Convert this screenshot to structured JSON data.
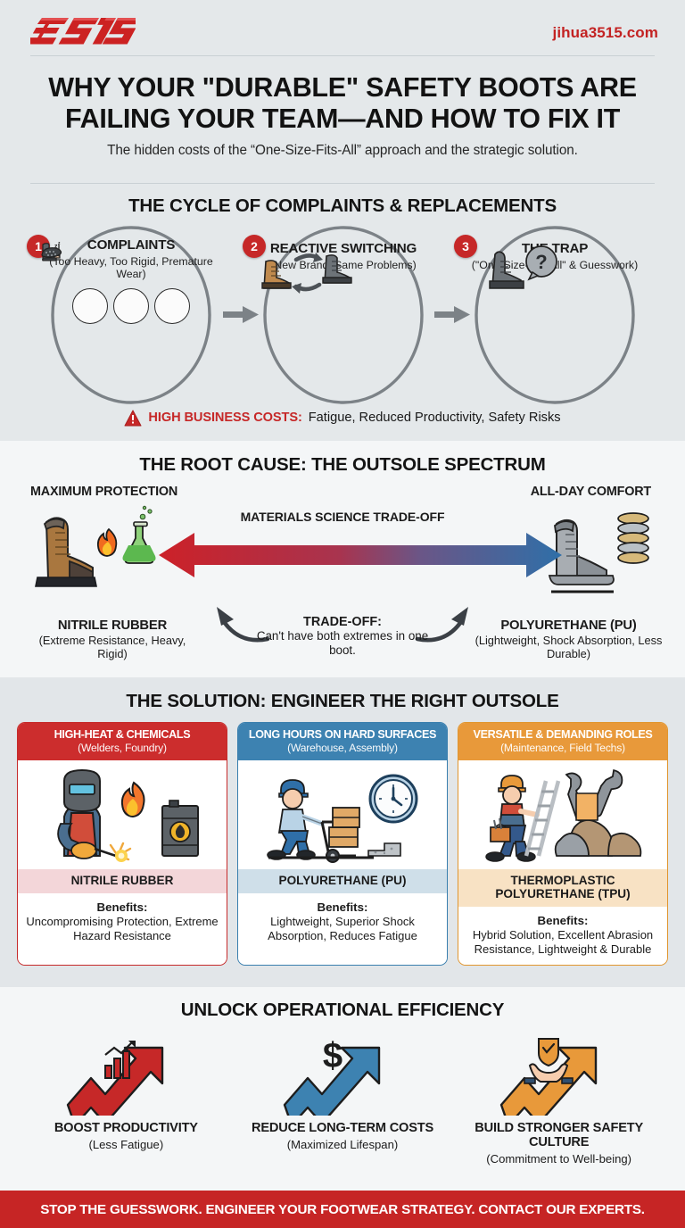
{
  "header": {
    "logo_text": "3515",
    "site_url": "jihua3515.com",
    "title": "WHY YOUR \"DURABLE\" SAFETY BOOTS ARE FAILING YOUR TEAM—AND HOW TO FIX IT",
    "subtitle": "The hidden costs of the “One-Size-Fits-All” approach and the strategic solution."
  },
  "cycle_section": {
    "title": "THE CYCLE OF COMPLAINTS & REPLACEMENTS",
    "nodes": [
      {
        "number": "1",
        "title": "COMPLAINTS",
        "subtitle": "(Too Heavy, Too Rigid, Premature Wear)",
        "icons": [
          "tired-foot-icon",
          "rigid-boot-icon",
          "worn-sole-icon"
        ]
      },
      {
        "number": "2",
        "title": "REACTIVE SWITCHING",
        "subtitle": "(New Brand, Same Problems)",
        "icons": [
          "boot-swap-icon"
        ]
      },
      {
        "number": "3",
        "title": "THE TRAP",
        "subtitle": "(\"One-Size-Fits-All\" & Guesswork)",
        "icons": [
          "boot-question-icon"
        ]
      }
    ],
    "cost_label": "HIGH BUSINESS COSTS:",
    "cost_text": "Fatigue, Reduced Productivity, Safety Risks",
    "warning_icon": "warning-triangle-icon"
  },
  "spectrum_section": {
    "title": "THE ROOT CAUSE: THE OUTSOLE SPECTRUM",
    "left_label": "MAXIMUM PROTECTION",
    "right_label": "ALL-DAY COMFORT",
    "arrow_caption": "MATERIALS SCIENCE TRADE-OFF",
    "left_material": "NITRILE RUBBER",
    "left_material_sub": "(Extreme Resistance, Heavy, Rigid)",
    "right_material": "POLYURETHANE (PU)",
    "right_material_sub": "(Lightweight, Shock Absorption, Less Durable)",
    "tradeoff_title": "TRADE-OFF:",
    "tradeoff_text": "Can't have both extremes in one boot.",
    "left_color": "#cc2128",
    "right_color": "#2f6fa8"
  },
  "solution_section": {
    "title": "THE SOLUTION: ENGINEER THE RIGHT OUTSOLE",
    "cards": [
      {
        "head_title": "HIGH-HEAT & CHEMICALS",
        "head_sub": "(Welders, Foundry)",
        "material": "NITRILE RUBBER",
        "benefits_label": "Benefits:",
        "benefits": "Uncompromising Protection, Extreme Hazard Resistance",
        "accent": "#cc2d2d",
        "illustration": "welder-flame-drum-icon"
      },
      {
        "head_title": "LONG HOURS ON HARD SURFACES",
        "head_sub": "(Warehouse, Assembly)",
        "material": "POLYURETHANE (PU)",
        "benefits_label": "Benefits:",
        "benefits": "Lightweight, Superior Shock Absorption, Reduces Fatigue",
        "accent": "#3d82b1",
        "illustration": "warehouse-worker-clock-icon"
      },
      {
        "head_title": "VERSATILE & DEMANDING ROLES",
        "head_sub": "(Maintenance, Field Techs)",
        "material": "THERMOPLASTIC POLYURETHANE (TPU)",
        "benefits_label": "Benefits:",
        "benefits": "Hybrid Solution, Excellent Abrasion Resistance, Lightweight & Durable",
        "accent": "#e8993a",
        "illustration": "technician-ladder-wrench-icon"
      }
    ]
  },
  "benefits_section": {
    "title": "UNLOCK OPERATIONAL EFFICIENCY",
    "items": [
      {
        "title": "BOOST PRODUCTIVITY",
        "subtitle": "(Less Fatigue)",
        "color": "#c62828",
        "icon": "rising-arrow-bar-chart-icon"
      },
      {
        "title": "REDUCE LONG-TERM COSTS",
        "subtitle": "(Maximized Lifespan)",
        "color": "#3d82b1",
        "icon": "rising-arrow-dollar-icon"
      },
      {
        "title": "BUILD STRONGER SAFETY CULTURE",
        "subtitle": "(Commitment to Well-being)",
        "color": "#e8993a",
        "icon": "rising-arrow-shield-hands-icon"
      }
    ]
  },
  "footer": {
    "cta": "STOP THE GUESSWORK. ENGINEER YOUR FOOTWEAR STRATEGY. CONTACT OUR EXPERTS."
  }
}
